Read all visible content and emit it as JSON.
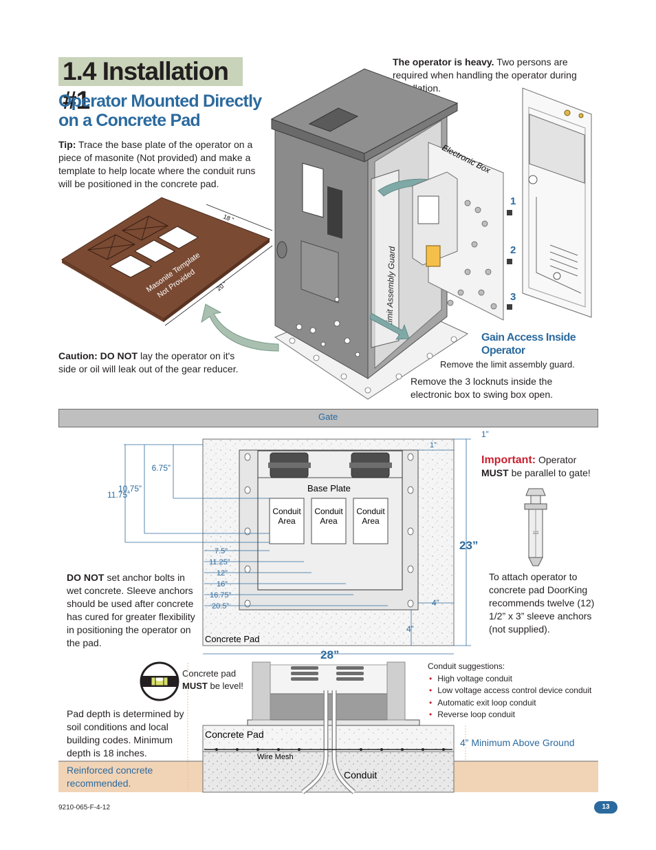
{
  "section_title": "1.4 Installation #1",
  "subtitle_line1": "Operator Mounted Directly",
  "subtitle_line2": "on a Concrete Pad",
  "tip": {
    "label": "Tip:",
    "text": "Trace the base plate of the operator on a piece of masonite (Not provided) and make a template to help locate where the conduit runs will be positioned in the concrete pad."
  },
  "heavy": {
    "label": "The operator is heavy.",
    "text": "Two persons are required when handling the operator during installation."
  },
  "template": {
    "label_line1": "Masonite Template",
    "label_line2": "Not Provided",
    "dim_18": "18 ”",
    "dim_20": "20 ”"
  },
  "caution": {
    "label": "Caution: DO NOT",
    "text": "lay the operator on it's side or oil will leak out of the gear reducer."
  },
  "electronic_box_label": "Electronic Box",
  "limit_guard_label": "Limit Assembly Guard",
  "steps": [
    "1",
    "2",
    "3"
  ],
  "gain_access": {
    "title_line1": "Gain Access Inside",
    "title_line2": "Operator",
    "step_text_1": "Remove the limit assembly guard.",
    "step_text_2": "Remove the 3 locknuts inside the electronic box to swing box open."
  },
  "gate_label": "Gate",
  "plan": {
    "dims_left": [
      "6.75”",
      "10.75”",
      "11.75”"
    ],
    "dims_horizontal": [
      "7.5”",
      "11.25”",
      "12”",
      "16”",
      "16.75”",
      "20.5”"
    ],
    "dim_top_1": "1”",
    "dim_top_2": "1”",
    "dim_right_4": "4”",
    "dim_bottom_4": "4”",
    "dim_23": "23”",
    "dim_28": "28”",
    "base_plate": "Base Plate",
    "conduit_area_line1": "Conduit",
    "conduit_area_line2": "Area",
    "concrete_pad": "Concrete Pad"
  },
  "important": {
    "label": "Important:",
    "text1": "Operator",
    "must": "MUST",
    "text2": "be parallel to gate!"
  },
  "anchor": {
    "size_mark": "1/2",
    "text": "To attach operator to concrete pad DoorKing recommends twelve (12) 1/2” x 3” sleeve anchors (not supplied)."
  },
  "do_not": {
    "label": "DO NOT",
    "text": "set anchor bolts in wet concrete. Sleeve anchors should be used after concrete has cured for greater flexibility in positioning the operator on the pad."
  },
  "level": {
    "line1": "Concrete pad",
    "must": "MUST",
    "line2": "be level!"
  },
  "pad_depth": "Pad depth is determined by soil conditions and local building codes. Minimum depth is 18 inches.",
  "reinforced": "Reinforced concrete recommended.",
  "conduit_suggestions": {
    "title": "Conduit suggestions:",
    "items": [
      "High voltage conduit",
      "Low voltage access control device conduit",
      "Automatic exit loop conduit",
      "Reverse loop conduit"
    ]
  },
  "section_view": {
    "concrete_pad": "Concrete Pad",
    "wire_mesh": "Wire Mesh",
    "conduit": "Conduit",
    "min_above_ground": "4” Minimum Above Ground"
  },
  "doc_number": "9210-065-F-4-12",
  "page_number": "13",
  "colors": {
    "accent_blue": "#2b6a9e",
    "title_bg": "#c9d3b9",
    "bullet_red": "#c8202f",
    "ground": "#f1d3b6",
    "template_brown": "#7a4a33"
  }
}
